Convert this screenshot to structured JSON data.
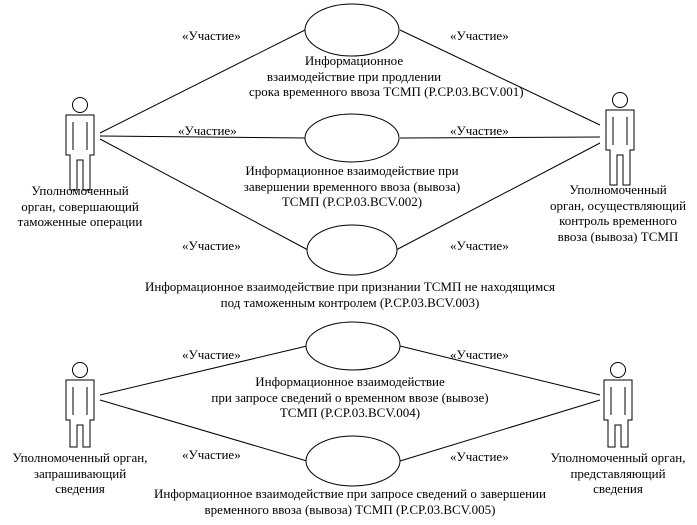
{
  "actors": {
    "a1": {
      "lines": [
        "Уполномоченный",
        "орган, совершающий",
        "таможенные операции"
      ]
    },
    "a2": {
      "lines": [
        "Уполномоченный",
        "орган, осуществляющий",
        "контроль временного",
        "ввоза (вывоза) ТСМП"
      ]
    },
    "a3": {
      "lines": [
        "Уполномоченный орган,",
        "запрашивающий",
        "сведения"
      ]
    },
    "a4": {
      "lines": [
        "Уполномоченный орган,",
        "представляющий",
        "сведения"
      ]
    }
  },
  "use_cases": {
    "uc1": {
      "lines": [
        "Информационное",
        "взаимодействие при продлении",
        "срока временного ввоза ТСМП (P.CP.03.BCV.001)"
      ]
    },
    "uc2": {
      "lines": [
        "Информационное взаимодействие при",
        "завершении временного ввоза (вывоза)",
        "ТСМП (P.CP.03.BCV.002)"
      ]
    },
    "uc3": {
      "lines": [
        "Информационное взаимодействие при признании ТСМП не находящимся",
        "под таможенным контролем (P.CP.03.BCV.003)"
      ]
    },
    "uc4": {
      "lines": [
        "Информационное взаимодействие",
        "при запросе сведений о временном ввозе (вывозе)",
        "ТСМП (P.CP.03.BCV.004)"
      ]
    },
    "uc5": {
      "lines": [
        "Информационное взаимодействие при запросе сведений о завершении",
        "временного ввоза (вывоза) ТСМП (P.CP.03.BCV.005)"
      ]
    }
  },
  "association_label": "«Участие»"
}
